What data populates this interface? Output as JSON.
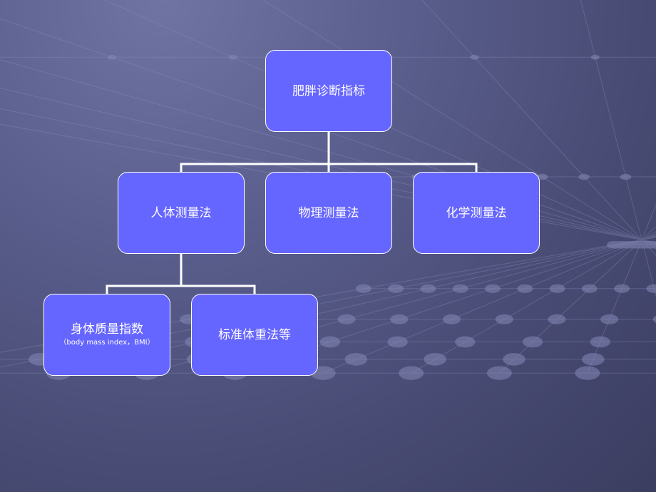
{
  "diagram": {
    "root": {
      "label": "肥胖诊断指标"
    },
    "methods": [
      {
        "label": "人体测量法"
      },
      {
        "label": "物理测量法"
      },
      {
        "label": "化学测量法"
      }
    ],
    "anthropometric_children": [
      {
        "label": "身体质量指数",
        "sub": "（body mass index，BMI）"
      },
      {
        "label": "标准体重法等"
      }
    ]
  },
  "colors": {
    "node_fill": "#6565ff",
    "node_border": "#ffffff",
    "connector": "#ffffff",
    "background": "#4f5280"
  }
}
